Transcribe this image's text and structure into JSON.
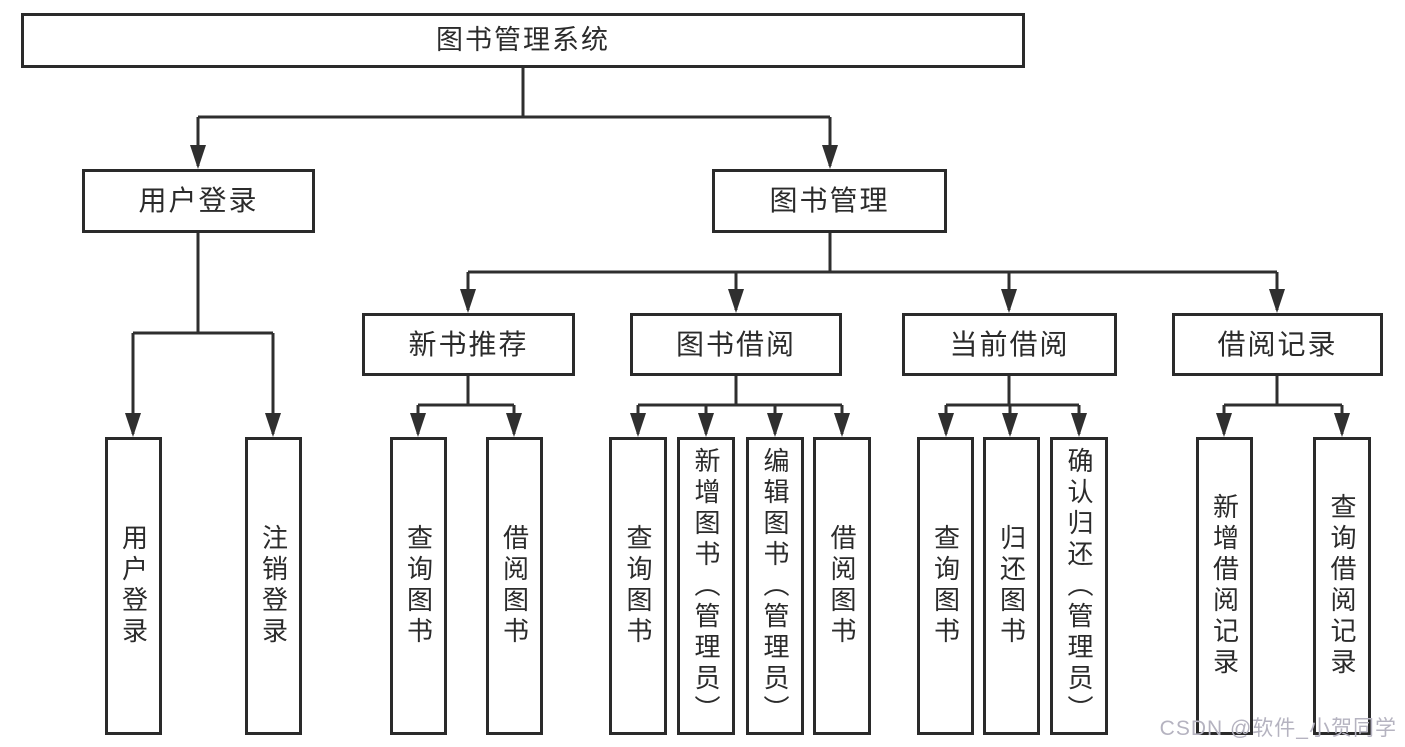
{
  "diagram": {
    "type": "hierarchy-tree",
    "hierarchy": {
      "图书管理系统": {
        "用户登录": [
          "用户登录",
          "注销登录"
        ],
        "图书管理": {
          "新书推荐": [
            "查询图书",
            "借阅图书"
          ],
          "图书借阅": [
            "查询图书",
            "新增图书（管理员）",
            "编辑图书（管理员）",
            "借阅图书"
          ],
          "当前借阅": [
            "查询图书",
            "归还图书",
            "确认归还（管理员）"
          ],
          "借阅记录": [
            "新增借阅记录",
            "查询借阅记录"
          ]
        }
      }
    }
  },
  "nodes": {
    "root": {
      "label": "图书管理系统"
    },
    "user_login": {
      "label": "用户登录"
    },
    "book_mgmt": {
      "label": "图书管理"
    },
    "login": {
      "label": "用户登录"
    },
    "logout": {
      "label": "注销登录"
    },
    "new_rec": {
      "label": "新书推荐"
    },
    "book_borrow": {
      "label": "图书借阅"
    },
    "cur_borrow": {
      "label": "当前借阅"
    },
    "borrow_rec": {
      "label": "借阅记录"
    },
    "rec_query": {
      "label": "查询图书"
    },
    "rec_borrow": {
      "label": "借阅图书"
    },
    "bb_query": {
      "label": "查询图书"
    },
    "bb_add": {
      "label": "新增图书（管理员）"
    },
    "bb_edit": {
      "label": "编辑图书（管理员）"
    },
    "bb_borrow": {
      "label": "借阅图书"
    },
    "cb_query": {
      "label": "查询图书"
    },
    "cb_return": {
      "label": "归还图书"
    },
    "cb_confirm": {
      "label": "确认归还（管理员）"
    },
    "br_add": {
      "label": "新增借阅记录"
    },
    "br_query": {
      "label": "查询借阅记录"
    }
  },
  "watermark": "CSDN @软件_小贺同学",
  "colors": {
    "line": "#2f2f2f",
    "border": "#2a2a2a",
    "text": "#2b2b2b",
    "watermark": "#b5b3c0",
    "background": "#ffffff"
  }
}
